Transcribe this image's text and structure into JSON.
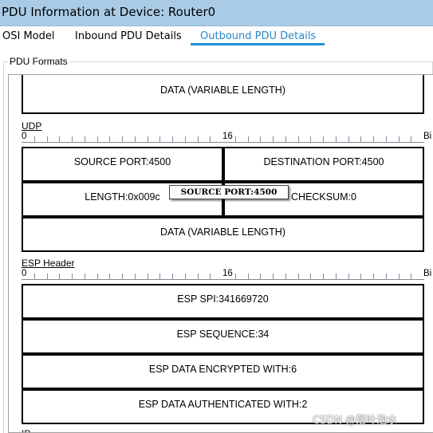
{
  "window": {
    "title": "PDU Information at Device: Router0"
  },
  "tabs": [
    {
      "label": "OSI Model",
      "active": false
    },
    {
      "label": "Inbound PDU Details",
      "active": false
    },
    {
      "label": "Outbound PDU Details",
      "active": true
    }
  ],
  "group": {
    "label": "PDU Formats"
  },
  "top_data": {
    "label": "DATA (VARIABLE LENGTH)"
  },
  "udp": {
    "header": "UDP",
    "ruler": {
      "start": "0",
      "mid": "16",
      "end": "Bi"
    },
    "source_port": "SOURCE PORT:4500",
    "destination_port": "DESTINATION PORT:4500",
    "length": "LENGTH:0x009c",
    "checksum": "CHECKSUM:0",
    "data": "DATA (VARIABLE LENGTH)"
  },
  "tooltip": {
    "text": "SOURCE PORT:4500"
  },
  "esp": {
    "header": "ESP Header",
    "ruler": {
      "start": "0",
      "mid": "16",
      "end": "Bi"
    },
    "spi": "ESP SPI:341669720",
    "sequence": "ESP SEQUENCE:34",
    "encrypted": "ESP DATA ENCRYPTED WITH:6",
    "authenticated": "ESP DATA AUTHENTICATED WITH:2"
  },
  "next_section": {
    "header": "IP"
  },
  "watermark": {
    "text": "CSDN @落叶泡水"
  },
  "colors": {
    "title_bar": "#a9cbe6",
    "active_tab": "#2a87c9",
    "tab_underline": "#1e90d6"
  }
}
